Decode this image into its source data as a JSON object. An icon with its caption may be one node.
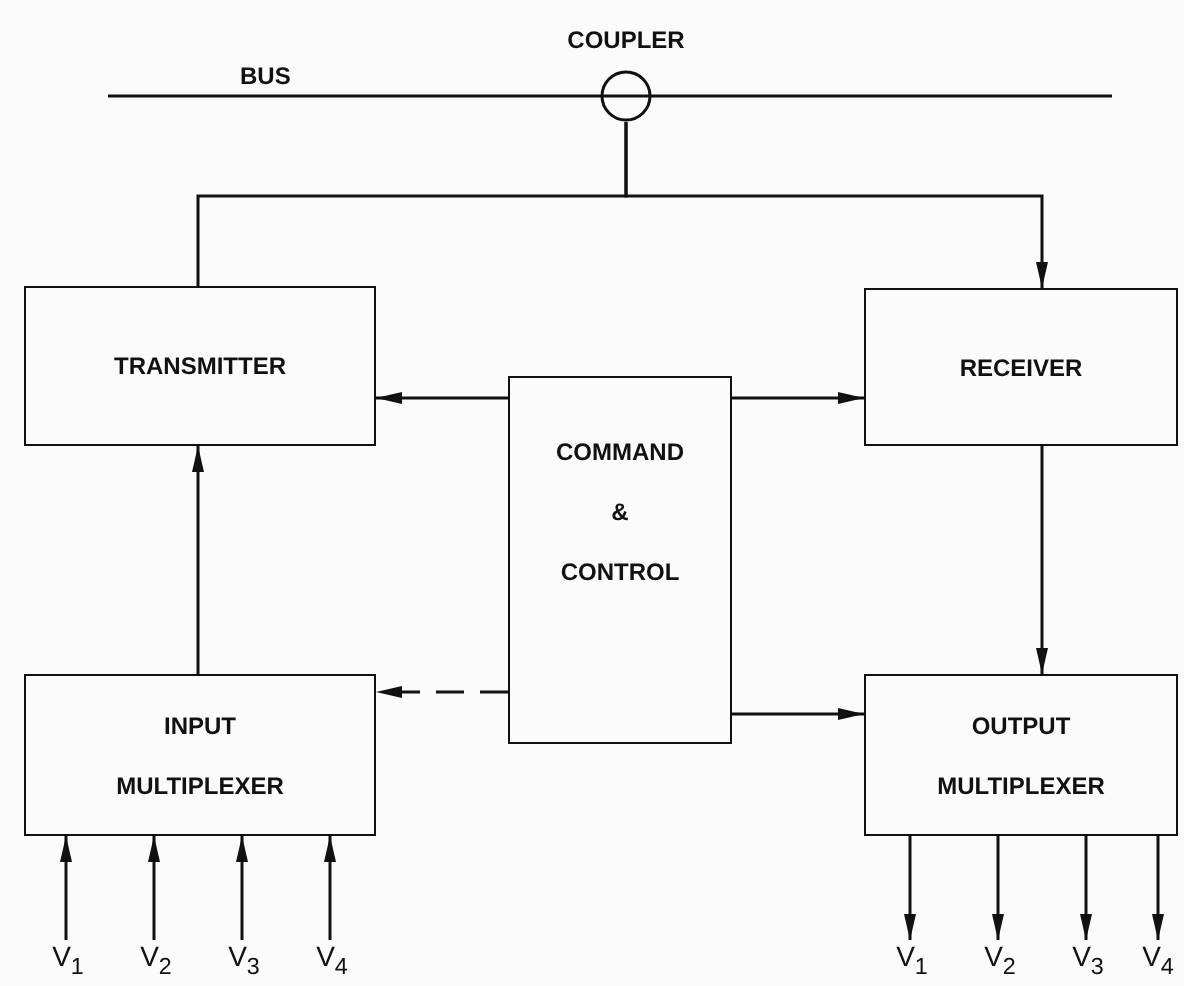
{
  "diagram": {
    "nodes": [
      {
        "text": [],
        "shape": "circle",
        "beside": [
          "COUPLER"
        ]
      },
      {
        "text": [
          "TRANSMITTER"
        ]
      },
      {
        "text": [
          "RECEIVER"
        ]
      },
      {
        "text": [
          "COMMAND",
          "&",
          "CONTROL"
        ]
      },
      {
        "text": [
          "INPUT MULTIPLEXER"
        ]
      },
      {
        "text": [
          "OUTPUT MULTIPLEXER"
        ]
      },
      {
        "text": [
          "V$_{1}$"
        ]
      },
      {
        "text": [
          "V$_{2}$"
        ]
      },
      {
        "text": [
          "V$_{3}$"
        ]
      },
      {
        "text": [
          "V$_{4}$"
        ]
      },
      {
        "text": [
          "V$_{1}$"
        ]
      },
      {
        "text": [
          "V$_{2}$"
        ]
      },
      {
        "text": [
          "V$_{3}$"
        ]
      },
      {
        "text": [
          "V$_{4}$"
        ]
      }
    ],
    "edges": [
      {
        "from": 0,
        "to": 1,
        "arrow": "none"
      },
      {
        "from": 0,
        "to": 2,
        "arrow": "to"
      },
      {
        "from": 3,
        "to": 1,
        "arrow": "to"
      },
      {
        "from": 3,
        "to": 2,
        "arrow": "to"
      },
      {
        "from": 4,
        "to": 1,
        "arrow": "to"
      },
      {
        "from": 2,
        "to": 5,
        "arrow": "to"
      },
      {
        "from": 3,
        "to": 4,
        "arrow": "to",
        "style": "dashed"
      },
      {
        "from": 3,
        "to": 5,
        "arrow": "to"
      },
      {
        "from": 6,
        "to": 4,
        "arrow": "to"
      },
      {
        "from": 7,
        "to": 4,
        "arrow": "to"
      },
      {
        "from": 8,
        "to": 4,
        "arrow": "to"
      },
      {
        "from": 9,
        "to": 4,
        "arrow": "to"
      },
      {
        "from": 5,
        "to": 10,
        "arrow": "to"
      },
      {
        "from": 5,
        "to": 11,
        "arrow": "to"
      },
      {
        "from": 5,
        "to": 12,
        "arrow": "to"
      },
      {
        "from": 5,
        "to": 13,
        "arrow": "to"
      }
    ],
    "labels": [
      "BUS"
    ]
  }
}
